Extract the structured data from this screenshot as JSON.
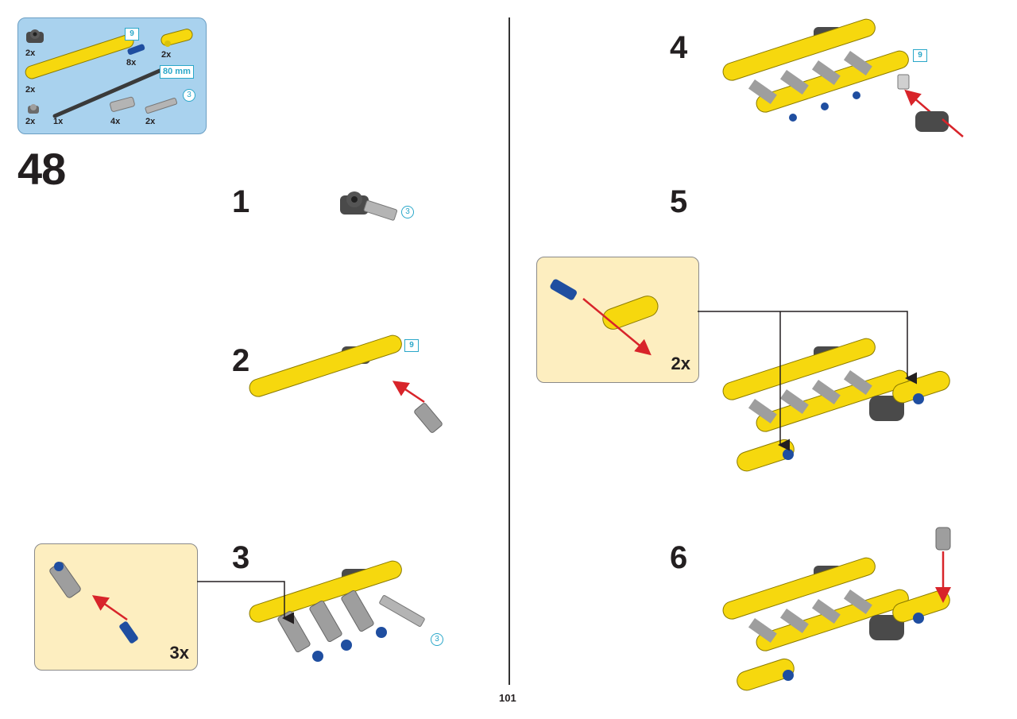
{
  "page": {
    "number_label": "48",
    "folio": "101"
  },
  "parts_list": {
    "items": [
      {
        "qty": "2x",
        "icon": "angle-connector-icon"
      },
      {
        "qty": "8x",
        "icon": "blue-axle-pin-icon"
      },
      {
        "qty": "2x",
        "icon": "yellow-liftarm-3-icon"
      },
      {
        "qty": "2x",
        "icon": "yellow-liftarm-9-icon"
      },
      {
        "qty": "2x",
        "icon": "bush-icon"
      },
      {
        "qty": "1x",
        "icon": "axle-80mm-icon"
      },
      {
        "qty": "4x",
        "icon": "axle-connector-icon"
      },
      {
        "qty": "2x",
        "icon": "axle-3-icon"
      }
    ],
    "len_beam": "9",
    "axle_length": "80 mm",
    "len_axle": "3"
  },
  "steps": [
    {
      "number": "1",
      "callouts": [
        "3"
      ]
    },
    {
      "number": "2",
      "callouts": [
        "9"
      ]
    },
    {
      "number": "3",
      "callouts": [
        "3"
      ],
      "sub_qty": "3x"
    },
    {
      "number": "4",
      "callouts": [
        "9"
      ]
    },
    {
      "number": "5",
      "sub_qty": "2x"
    },
    {
      "number": "6"
    }
  ],
  "colors": {
    "yellow": "#f6d80e",
    "blue": "#1f4ea0",
    "grey": "#9e9e9e",
    "dark": "#4a4a4a",
    "arrow": "#d8242a",
    "callout_bg": "#fdeec0",
    "parts_bg": "#a9d2ee",
    "cyan": "#2aa7c9"
  }
}
